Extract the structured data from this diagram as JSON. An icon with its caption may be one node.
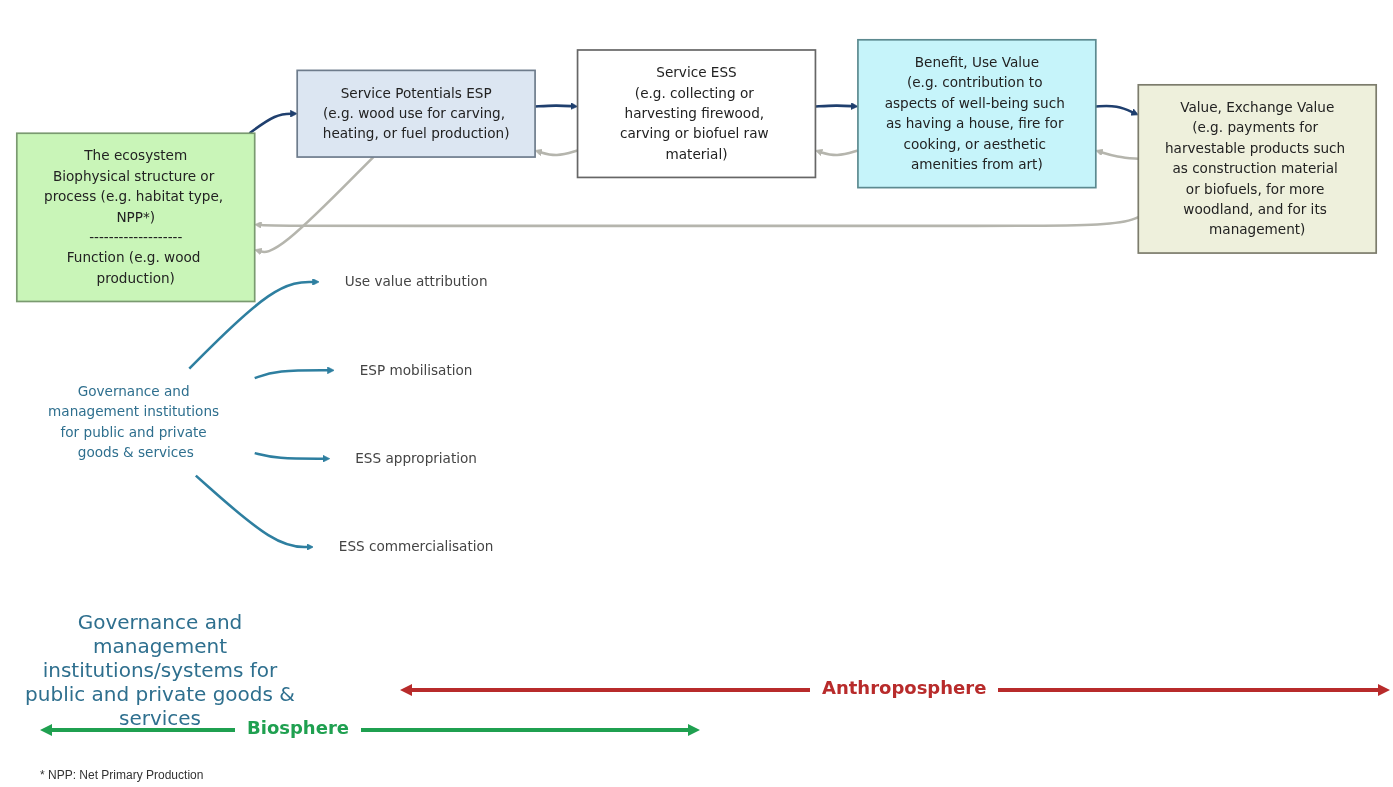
{
  "diagram": {
    "nodes": [
      {
        "text": [
          "The ecosystem",
          "Biophysical structure or process (e.g. habitat type, NPP*)",
          "-------------------",
          "Function (e.g. wood production)"
        ]
      },
      {
        "text": [
          "Service Potentials ESP",
          "(e.g. wood use for carving, heating, or fuel production)"
        ]
      },
      {
        "text": [
          "Service ESS",
          "(e.g. collecting or harvesting firewood, carving or biofuel raw material)"
        ]
      },
      {
        "text": [
          "Benefit, Use Value",
          "(e.g. contribution to aspects of well-being such as having a house, fire for cooking, or aesthetic amenities from art)"
        ]
      },
      {
        "text": [
          "Value, Exchange Value",
          "(e.g. payments for harvestable products such as construction material or biofuels, for more woodland, and for its management)"
        ]
      },
      {
        "text": [
          "Governance and management institutions for public and private goods & services"
        ]
      },
      {
        "text": [
          "Use value attribution"
        ]
      },
      {
        "text": [
          "ESP mobilisation"
        ]
      },
      {
        "text": [
          "ESS appropriation"
        ]
      },
      {
        "text": [
          "ESS commercialisation"
        ]
      }
    ],
    "edges": [
      {
        "from": 0,
        "to": 1,
        "arrow": "to",
        "color": "#1f3f6e"
      },
      {
        "from": 1,
        "to": 2,
        "arrow": "to",
        "color": "#1f3f6e"
      },
      {
        "from": 2,
        "to": 3,
        "arrow": "to",
        "color": "#1f3f6e"
      },
      {
        "from": 3,
        "to": 4,
        "arrow": "to",
        "color": "#1f3f6e"
      },
      {
        "from": 5,
        "to": 6,
        "arrow": "to",
        "color": "#2e7fa0"
      },
      {
        "from": 5,
        "to": 7,
        "arrow": "to",
        "color": "#2e7fa0"
      },
      {
        "from": 5,
        "to": 8,
        "arrow": "to",
        "color": "#2e7fa0"
      },
      {
        "from": 5,
        "to": 9,
        "arrow": "to",
        "color": "#2e7fa0"
      },
      {
        "from": 1,
        "to": 0,
        "arrow": "to",
        "color": "#b5b5ad"
      },
      {
        "from": 2,
        "to": 1,
        "arrow": "to",
        "color": "#b5b5ad"
      },
      {
        "from": 3,
        "to": 2,
        "arrow": "to",
        "color": "#b5b5ad"
      },
      {
        "from": 4,
        "to": 3,
        "arrow": "to",
        "color": "#b5b5ad"
      },
      {
        "from": 4,
        "to": 0,
        "arrow": "to",
        "color": "#b5b5ad"
      }
    ],
    "labels": [
      "Governance and management institutions/systems for public and private goods & services",
      "Anthroposphere",
      "Biosphere",
      "* NPP: Net Primary Production"
    ]
  }
}
